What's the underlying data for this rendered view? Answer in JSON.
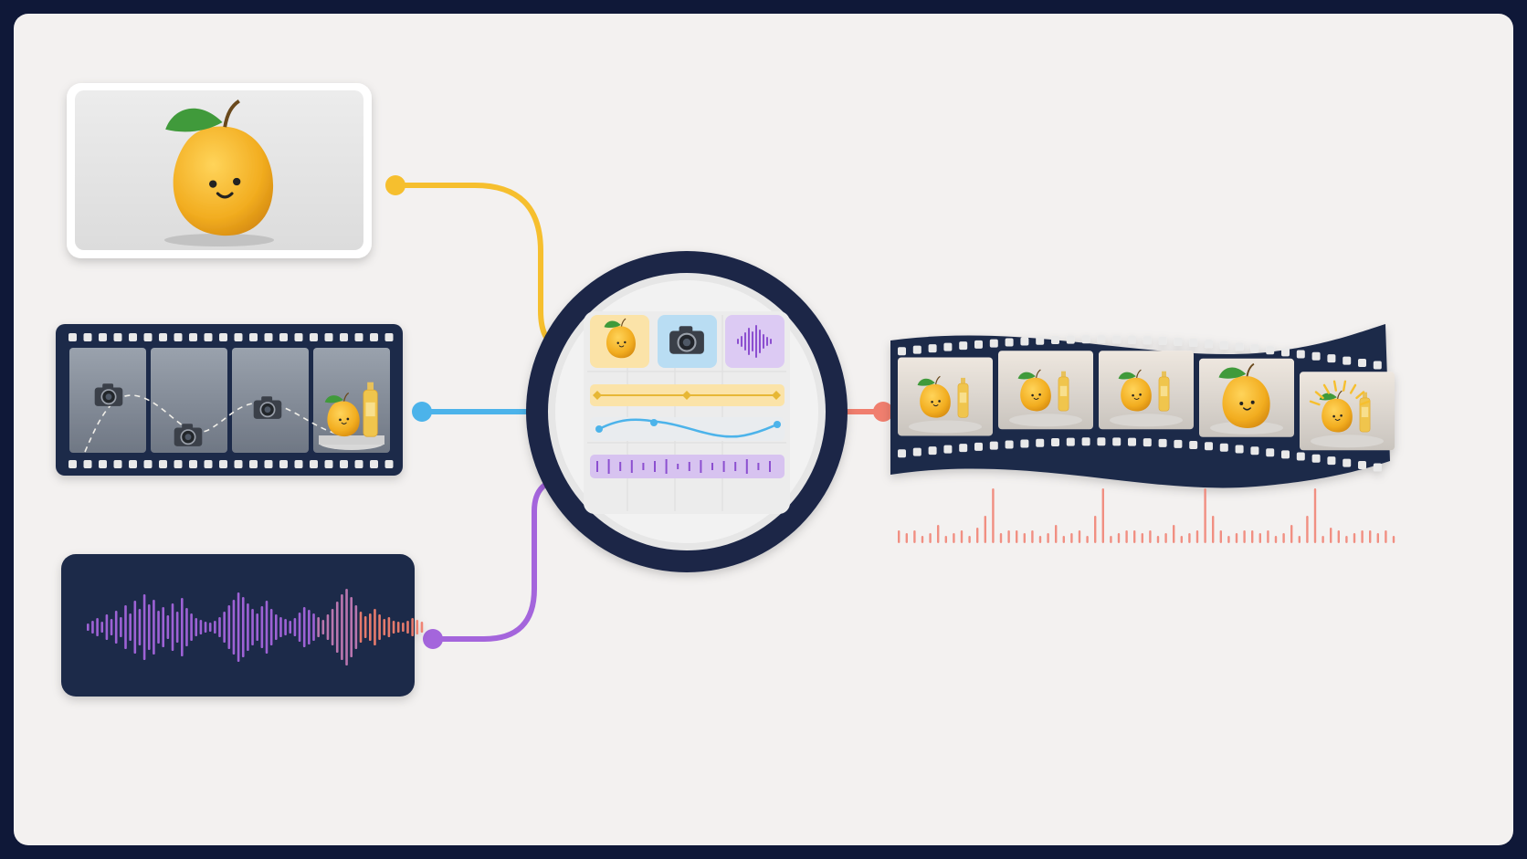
{
  "colors": {
    "frame": "#0f1838",
    "canvas": "#f3f1f0",
    "panel_dark": "#1e2a4a",
    "image_line": "#f6bf2e",
    "camera_line": "#4cb3ea",
    "audio_line": "#a465dc",
    "output_line": "#f07e6e",
    "mango": "#f4b32a",
    "leaf": "#3f9a3a"
  },
  "icons": {
    "image_input": "mango-character-icon",
    "camera_input": "camera-icon",
    "audio_input": "audio-waveform-icon",
    "output": "video-filmstrip-icon"
  },
  "hub": {
    "tiles": [
      "mango-tile-icon",
      "camera-tile-icon",
      "waveform-tile-icon"
    ],
    "tracks": [
      "image-track",
      "camera-track",
      "audio-track"
    ]
  },
  "camera_strip": {
    "frames": 4
  },
  "output_strip": {
    "frames": 5
  }
}
